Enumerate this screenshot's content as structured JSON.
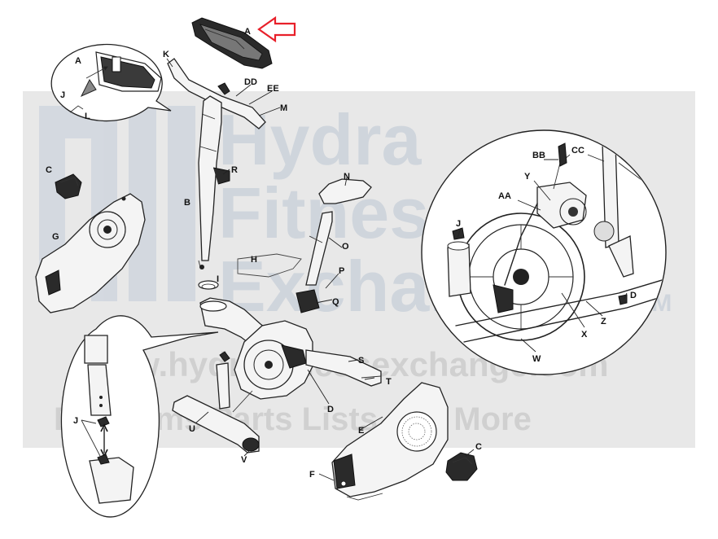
{
  "watermark": {
    "line1": "Hydra",
    "line2": "Fitness",
    "line3": "Exchange",
    "tm": "TM",
    "url": "www.hydrafitnessexchange.com",
    "tagline": "Diagrams Parts Lists and More"
  },
  "labels": {
    "A_top": "A",
    "A_inset": "A",
    "K": "K",
    "DD": "DD",
    "EE": "EE",
    "M": "M",
    "J_inset": "J",
    "L": "L",
    "C_left": "C",
    "R": "R",
    "B": "B",
    "G": "G",
    "N": "N",
    "O": "O",
    "H": "H",
    "I": "I",
    "P": "P",
    "Q": "Q",
    "S": "S",
    "T": "T",
    "D_center": "D",
    "U": "U",
    "V": "V",
    "J_bottom": "J",
    "E": "E",
    "F": "F",
    "C_right": "C",
    "BB": "BB",
    "CC": "CC",
    "Y": "Y",
    "AA": "AA",
    "J_right": "J",
    "D_right": "D",
    "Z": "Z",
    "X": "X",
    "W": "W"
  },
  "colors": {
    "arrow": "#e8202a",
    "watermark_band": "#e6e6e6",
    "watermark_text": "#bcc6d3"
  }
}
